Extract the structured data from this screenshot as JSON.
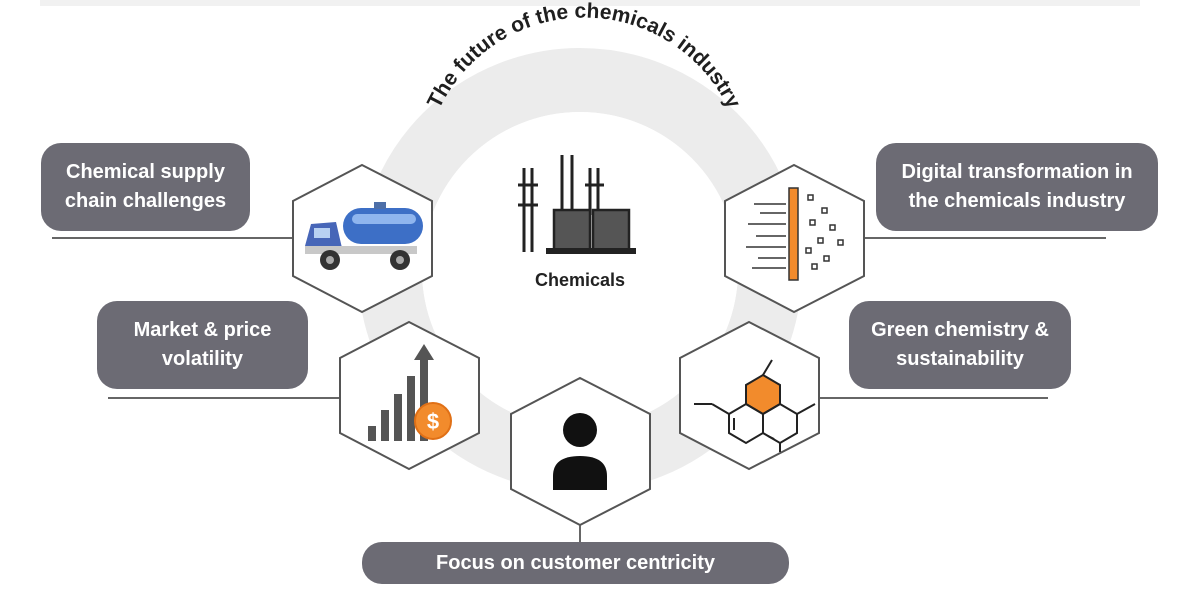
{
  "diagram": {
    "ring_title": "The future of the chemicals industry",
    "center_label": "Chemicals",
    "items": [
      {
        "label_line1": "Chemical supply",
        "label_line2": "chain challenges",
        "icon": "tanker-truck-icon"
      },
      {
        "label_line1": "Market & price",
        "label_line2": "volatility",
        "icon": "rising-bar-chart-coin-icon"
      },
      {
        "label_line1": "Focus on customer centricity",
        "label_line2": "",
        "icon": "person-icon"
      },
      {
        "label_line1": "Green chemistry &",
        "label_line2": "sustainability",
        "icon": "molecule-icon"
      },
      {
        "label_line1": "Digital transformation in",
        "label_line2": "the chemicals industry",
        "icon": "digital-filter-icon"
      }
    ],
    "center_icon": "chemical-plant-icon",
    "colors": {
      "label_bg": "#6c6b74",
      "accent": "#f28b2c",
      "ring": "#ededed"
    }
  }
}
